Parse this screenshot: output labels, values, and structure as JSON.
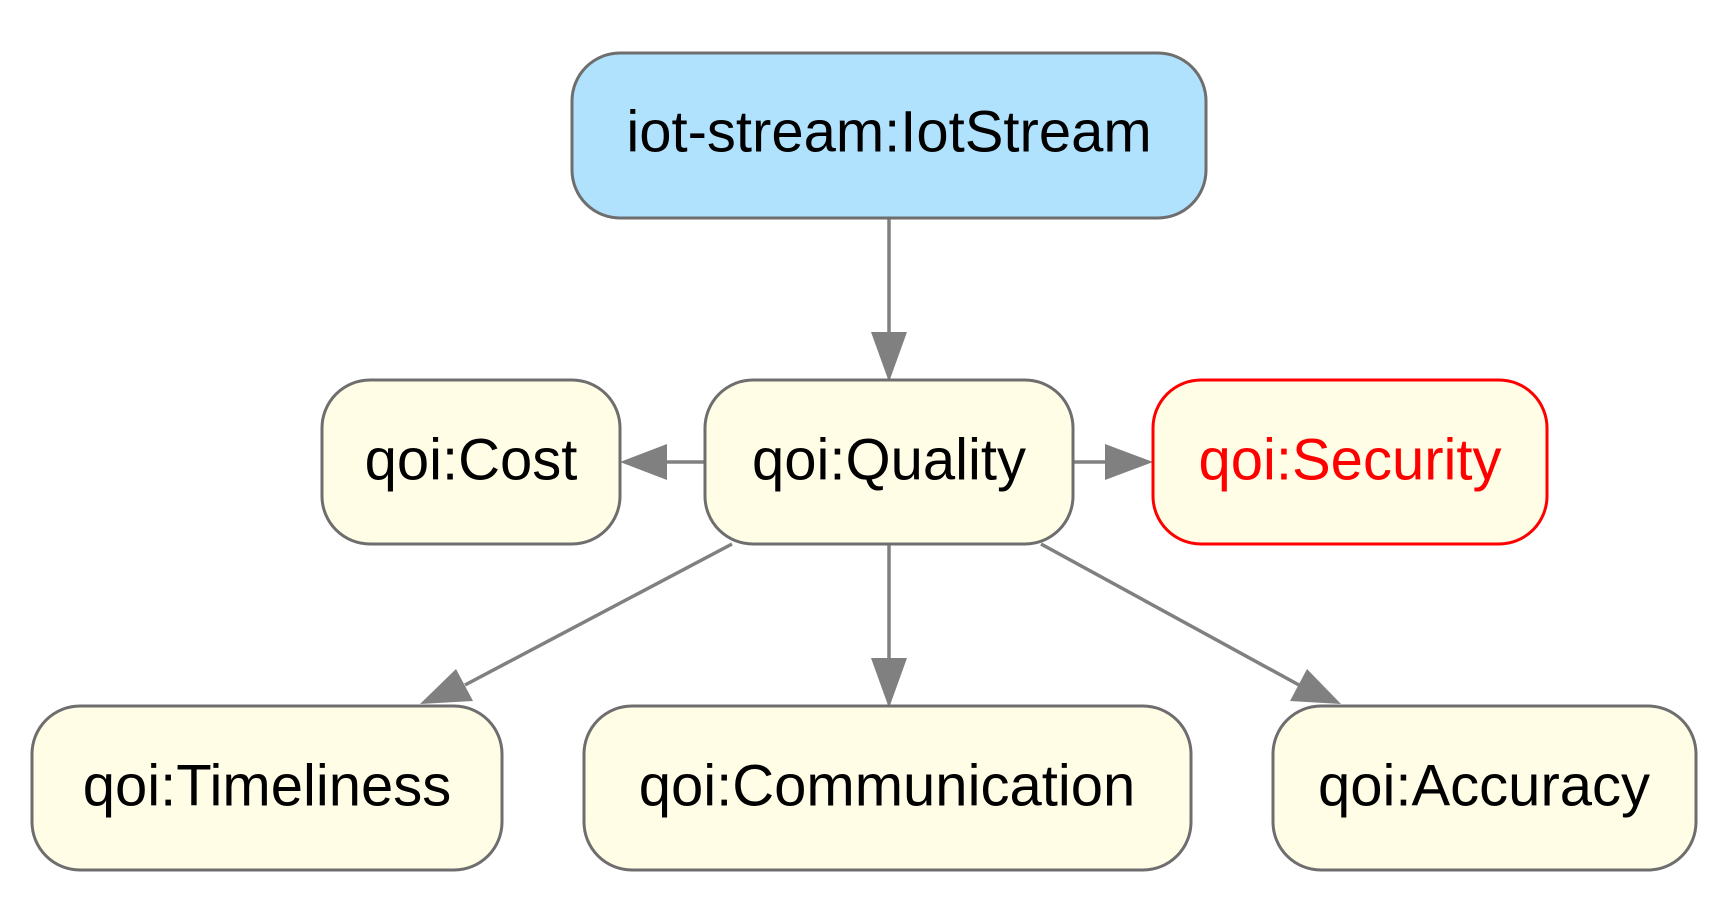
{
  "colors": {
    "default_fill": "#fffde6",
    "default_border": "#6e6e6e",
    "default_text": "#000000",
    "root_fill": "#b0e1fd",
    "highlight_border": "#ff0000",
    "highlight_text": "#ff0000",
    "edge": "#808080"
  },
  "nodes": {
    "iotstream": {
      "label": "iot-stream:IotStream",
      "style": "root"
    },
    "quality": {
      "label": "qoi:Quality",
      "style": "default"
    },
    "cost": {
      "label": "qoi:Cost",
      "style": "default"
    },
    "security": {
      "label": "qoi:Security",
      "style": "highlight"
    },
    "timeliness": {
      "label": "qoi:Timeliness",
      "style": "default"
    },
    "communication": {
      "label": "qoi:Communication",
      "style": "default"
    },
    "accuracy": {
      "label": "qoi:Accuracy",
      "style": "default"
    }
  },
  "edges": [
    {
      "from": "iotstream",
      "to": "quality"
    },
    {
      "from": "quality",
      "to": "cost"
    },
    {
      "from": "quality",
      "to": "security"
    },
    {
      "from": "quality",
      "to": "timeliness"
    },
    {
      "from": "quality",
      "to": "communication"
    },
    {
      "from": "quality",
      "to": "accuracy"
    }
  ]
}
